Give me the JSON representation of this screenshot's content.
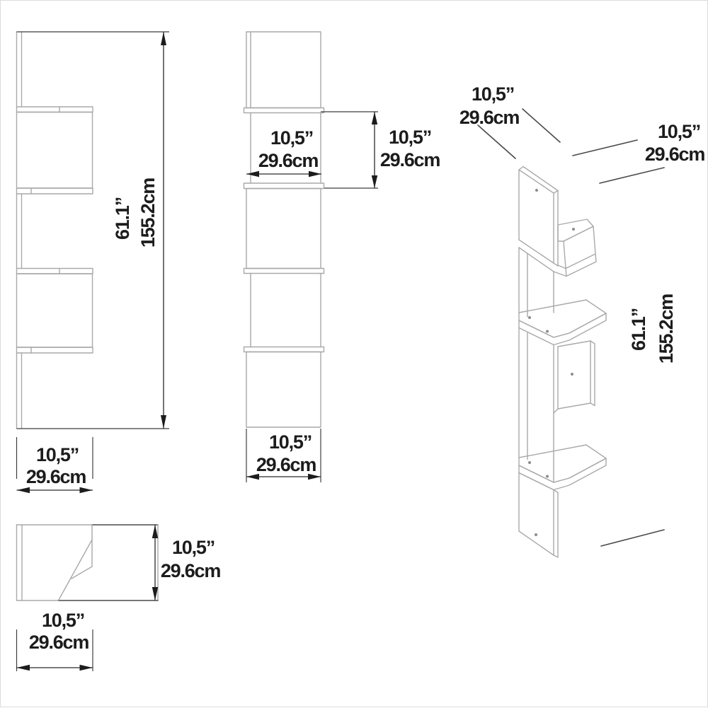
{
  "drawing": {
    "front_view": {
      "height_in": "61.1”",
      "height_cm": "155.2cm",
      "width_in": "10,5”",
      "width_cm": "29.6cm"
    },
    "side_view": {
      "shelf_width_in": "10,5”",
      "shelf_width_cm": "29.6cm",
      "shelf_height_in": "10,5”",
      "shelf_height_cm": "29.6cm",
      "base_width_in": "10,5”",
      "base_width_cm": "29.6cm"
    },
    "top_view": {
      "depth_in": "10,5”",
      "depth_cm": "29.6cm",
      "width_in": "10,5”",
      "width_cm": "29.6cm"
    },
    "perspective_view": {
      "left_width_in": "10,5”",
      "left_width_cm": "29.6cm",
      "right_depth_in": "10,5”",
      "right_depth_cm": "29.6cm",
      "height_in": "61.1”",
      "height_cm": "155.2cm"
    }
  },
  "colors": {
    "dimension_line": "#2a2a2a",
    "geometry_line": "#a9a9a9",
    "background": "#ffffff"
  }
}
